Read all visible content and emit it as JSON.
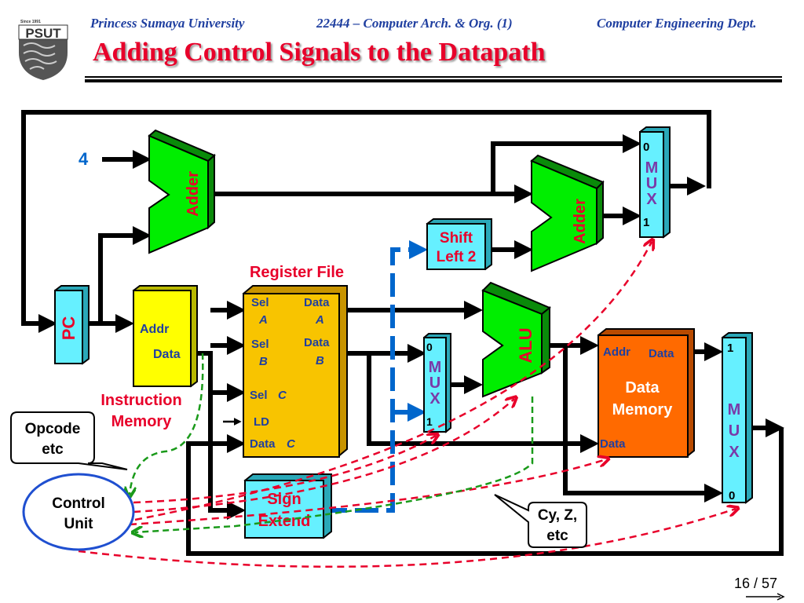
{
  "header": {
    "university": "Princess Sumaya University",
    "course": "22444 – Computer Arch. & Org. (1)",
    "department": "Computer Engineering Dept.",
    "title": "Adding Control Signals to the Datapath"
  },
  "logo": {
    "text": "PSUT",
    "since": "Since 1991"
  },
  "diagram": {
    "constant_four": "4",
    "pc": "PC",
    "adder1": "Adder",
    "adder2": "Adder",
    "shift_left": [
      "Shift",
      "Left 2"
    ],
    "mux_top": {
      "in0": "0",
      "in1": "1",
      "label": [
        "M",
        "U",
        "X"
      ]
    },
    "mux_mid": {
      "in0": "0",
      "in1": "1",
      "label": [
        "M",
        "U",
        "X"
      ]
    },
    "mux_right": {
      "in0": "0",
      "in1": "1",
      "label": [
        "M",
        "U",
        "X"
      ]
    },
    "instr_mem": {
      "addr": "Addr",
      "data": "Data",
      "caption": [
        "Instruction",
        "Memory"
      ]
    },
    "register_file": {
      "caption": "Register File",
      "sel_a": [
        "Sel",
        "A"
      ],
      "data_a": [
        "Data",
        "A"
      ],
      "sel_b": [
        "Sel",
        "B"
      ],
      "data_b": [
        "Data",
        "B"
      ],
      "sel_c": [
        "Sel",
        "C"
      ],
      "ld": "LD",
      "data_c": [
        "Data",
        "C"
      ]
    },
    "alu": "ALU",
    "data_mem": {
      "addr": "Addr",
      "data_out": "Data",
      "title": [
        "Data",
        "Memory"
      ],
      "data_in": "Data"
    },
    "sign_extend": [
      "Sign",
      "Extend"
    ],
    "control_unit": [
      "Control",
      "Unit"
    ],
    "callout_opcode": [
      "Opcode",
      "etc"
    ],
    "callout_flags": [
      "Cy, Z,",
      "etc"
    ]
  },
  "footer": {
    "page": "16 / 57"
  },
  "colors": {
    "control_signal": "#e8002a",
    "status_signal": "#1a9a1a",
    "immediate_path": "#0066cc",
    "adder": "#00ee00",
    "register_file": "#f8c400",
    "data_memory": "#ff6a00",
    "mux": "#66f0ff"
  }
}
